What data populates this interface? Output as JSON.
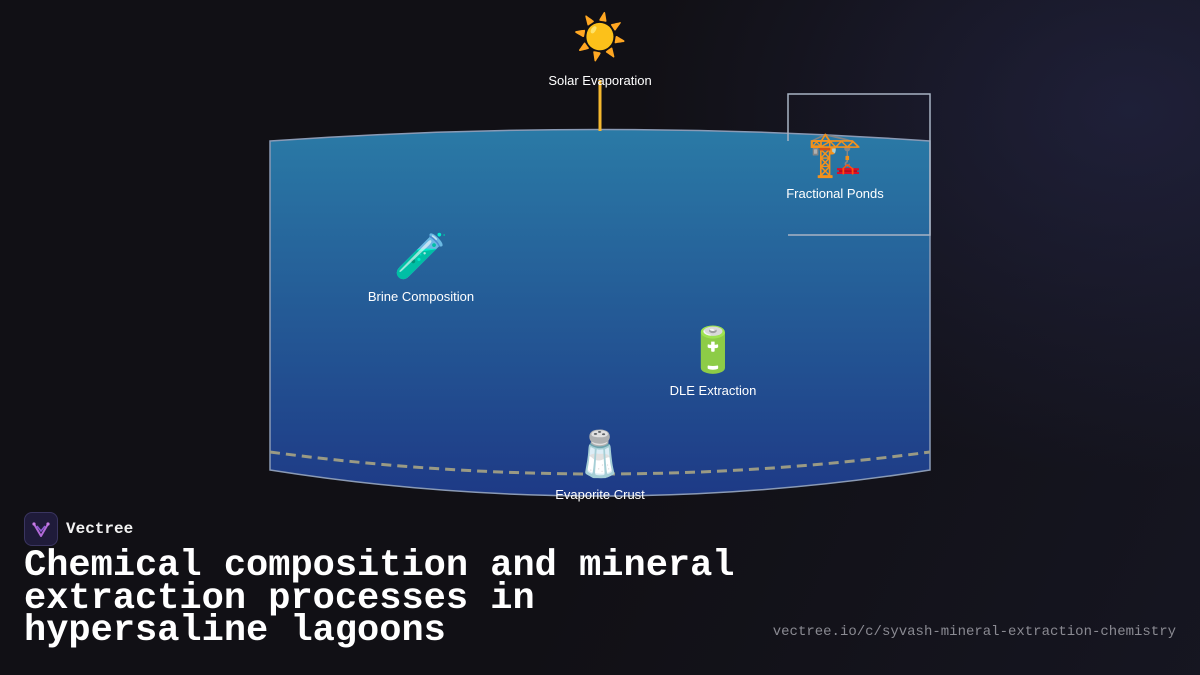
{
  "diagram": {
    "nodes": [
      {
        "id": "solar",
        "label": "Solar Evaporation",
        "icon": "sun-icon",
        "glyph": "☀️"
      },
      {
        "id": "ponds",
        "label": "Fractional Ponds",
        "icon": "crane-icon",
        "glyph": "🏗️"
      },
      {
        "id": "brine",
        "label": "Brine Composition",
        "icon": "test-tube-icon",
        "glyph": "🧪"
      },
      {
        "id": "dle",
        "label": "DLE Extraction",
        "icon": "battery-icon",
        "glyph": "🔋"
      },
      {
        "id": "crust",
        "label": "Evaporite Crust",
        "icon": "salt-shaker-icon",
        "glyph": "🧂"
      }
    ],
    "colors": {
      "water_top": "#2a7aa6",
      "water_bottom": "#1e3a86",
      "sun_ray": "#f5b82e",
      "crust_line": "#9a9a84",
      "pond_frame": "#a8b3c4"
    }
  },
  "brand": {
    "name": "Vectree",
    "logo": "vectree-logo-icon"
  },
  "title": "Chemical composition and mineral extraction processes in hypersaline lagoons",
  "url": "vectree.io/c/syvash-mineral-extraction-chemistry"
}
